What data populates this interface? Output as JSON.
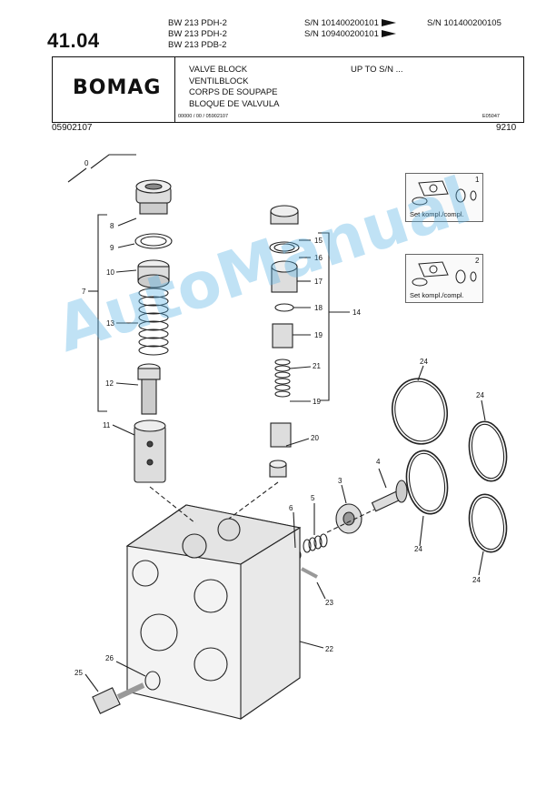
{
  "header": {
    "page_number": "41.04",
    "models": [
      "BW 213 PDH-2",
      "BW 213 PDH-2",
      "BW 213 PDB-2"
    ],
    "serials": {
      "row1_from": "S/N 101400200101",
      "row1_to": "S/N 101400200105",
      "row2_from": "S/N 109400200101"
    },
    "logo": "BOMAG",
    "titles": [
      "VALVE BLOCK",
      "VENTILBLOCK",
      "CORPS DE SOUPAPE",
      "BLOQUE DE VALVULA"
    ],
    "up_to": "UP TO S/N ...",
    "ref_number": "00000 / 00 / 05902107",
    "drawing_ref": "E05047",
    "doc_number": "05902107",
    "revision": "9210"
  },
  "sets": [
    {
      "number": "1",
      "label": "Set kompl./compl."
    },
    {
      "number": "2",
      "label": "Set kompl./compl."
    }
  ],
  "callouts": [
    "0",
    "8",
    "9",
    "10",
    "7",
    "13",
    "12",
    "11",
    "15",
    "16",
    "17",
    "18",
    "19",
    "14",
    "21",
    "19",
    "20",
    "24",
    "24",
    "24",
    "24",
    "4",
    "3",
    "6",
    "5",
    "23",
    "22",
    "26",
    "25"
  ],
  "watermark": "AutoManual"
}
